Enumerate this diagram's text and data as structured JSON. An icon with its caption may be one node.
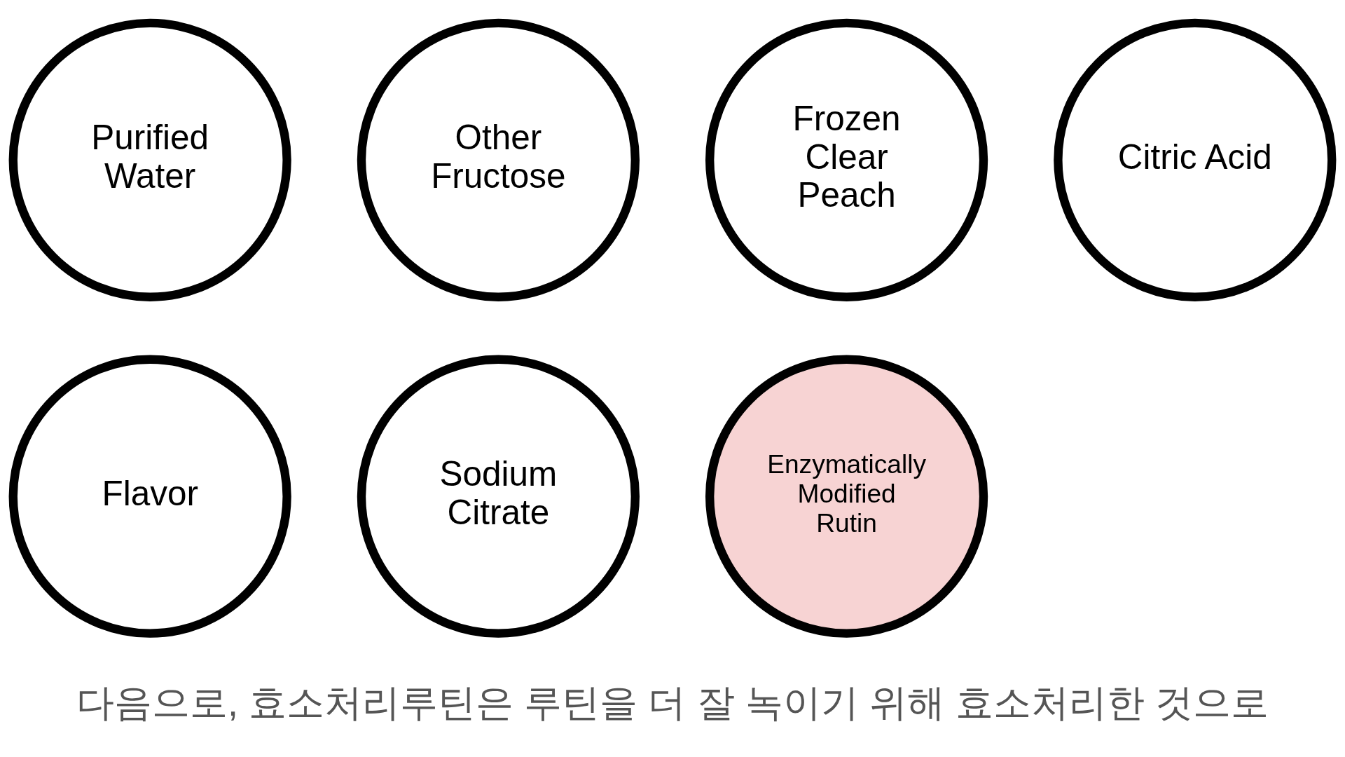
{
  "diagram": {
    "caption": "다음으로, 효소처리루틴은 루틴을 더 잘 녹이기 위해 효소처리한 것으로",
    "nodes": [
      {
        "text": [
          "Purified Water"
        ]
      },
      {
        "text": [
          "Other Fructose"
        ]
      },
      {
        "text": [
          "Frozen Clear Peach"
        ]
      },
      {
        "text": [
          "Citric Acid"
        ]
      },
      {
        "text": [
          "Flavor"
        ]
      },
      {
        "text": [
          "Sodium Citrate"
        ]
      },
      {
        "text": [
          "Enzymatically Modified Rutin"
        ]
      }
    ]
  }
}
